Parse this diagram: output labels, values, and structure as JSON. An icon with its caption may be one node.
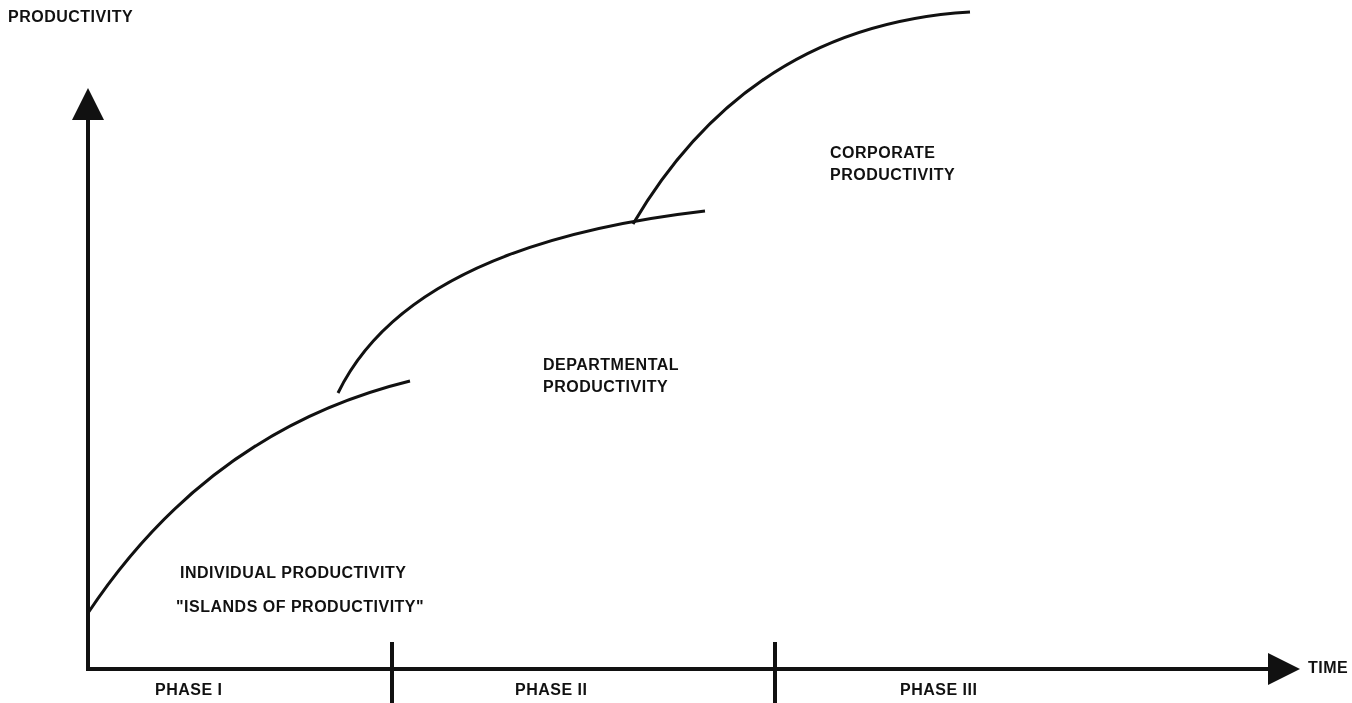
{
  "diagram": {
    "labels": [
      "PRODUCTIVITY",
      "CORPORATE PRODUCTIVITY",
      "DEPARTMENTAL PRODUCTIVITY",
      "INDIVIDUAL PRODUCTIVITY",
      "\"ISLANDS OF PRODUCTIVITY\"",
      "TIME",
      "PHASE I",
      "PHASE II",
      "PHASE III"
    ]
  }
}
